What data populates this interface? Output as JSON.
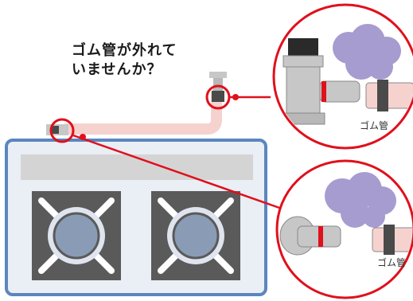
{
  "warning": {
    "line1": "ゴム管が外れて",
    "line2": "いませんか？"
  },
  "callout_top": {
    "hose_label": "ゴム管"
  },
  "callout_bottom": {
    "hose_label": "ゴム管"
  },
  "colors": {
    "stove_frame": "#5b86bf",
    "stove_fill": "#eaeef5",
    "control_panel": "#d4d4d4",
    "burner_dark": "#5a5a5a",
    "burner_cap": "#8a9bb5",
    "hose": "#f6d2cf",
    "callout_ring": "#e0101c",
    "gas_cloud": "#a69ccf",
    "valve_metal": "#c7c7c7",
    "valve_ring": "#e0101c"
  }
}
